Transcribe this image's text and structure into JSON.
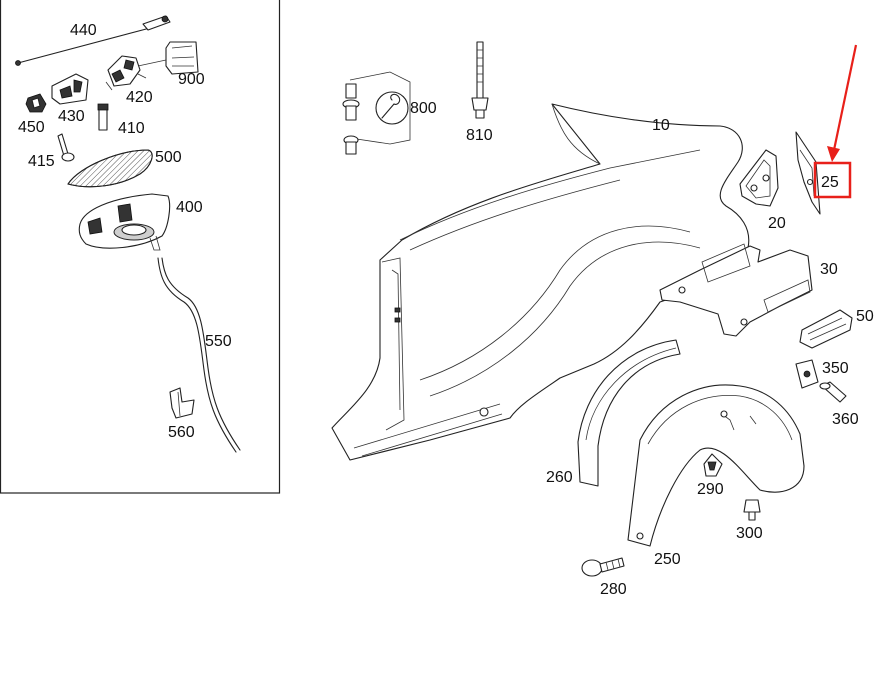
{
  "parts": [
    {
      "id": "p440",
      "label": "440"
    },
    {
      "id": "p900",
      "label": "900"
    },
    {
      "id": "p420",
      "label": "420"
    },
    {
      "id": "p450",
      "label": "450"
    },
    {
      "id": "p430",
      "label": "430"
    },
    {
      "id": "p410",
      "label": "410"
    },
    {
      "id": "p415",
      "label": "415"
    },
    {
      "id": "p500",
      "label": "500"
    },
    {
      "id": "p400",
      "label": "400"
    },
    {
      "id": "p550",
      "label": "550"
    },
    {
      "id": "p560",
      "label": "560"
    },
    {
      "id": "p800",
      "label": "800"
    },
    {
      "id": "p810",
      "label": "810"
    },
    {
      "id": "p10",
      "label": "10"
    },
    {
      "id": "p20",
      "label": "20"
    },
    {
      "id": "p25",
      "label": "25"
    },
    {
      "id": "p30",
      "label": "30"
    },
    {
      "id": "p50",
      "label": "50"
    },
    {
      "id": "p350",
      "label": "350"
    },
    {
      "id": "p360",
      "label": "360"
    },
    {
      "id": "p260",
      "label": "260"
    },
    {
      "id": "p290",
      "label": "290"
    },
    {
      "id": "p300",
      "label": "300"
    },
    {
      "id": "p250",
      "label": "250"
    },
    {
      "id": "p280",
      "label": "280"
    }
  ],
  "highlight": {
    "part": "25",
    "color": "#e8201a"
  }
}
